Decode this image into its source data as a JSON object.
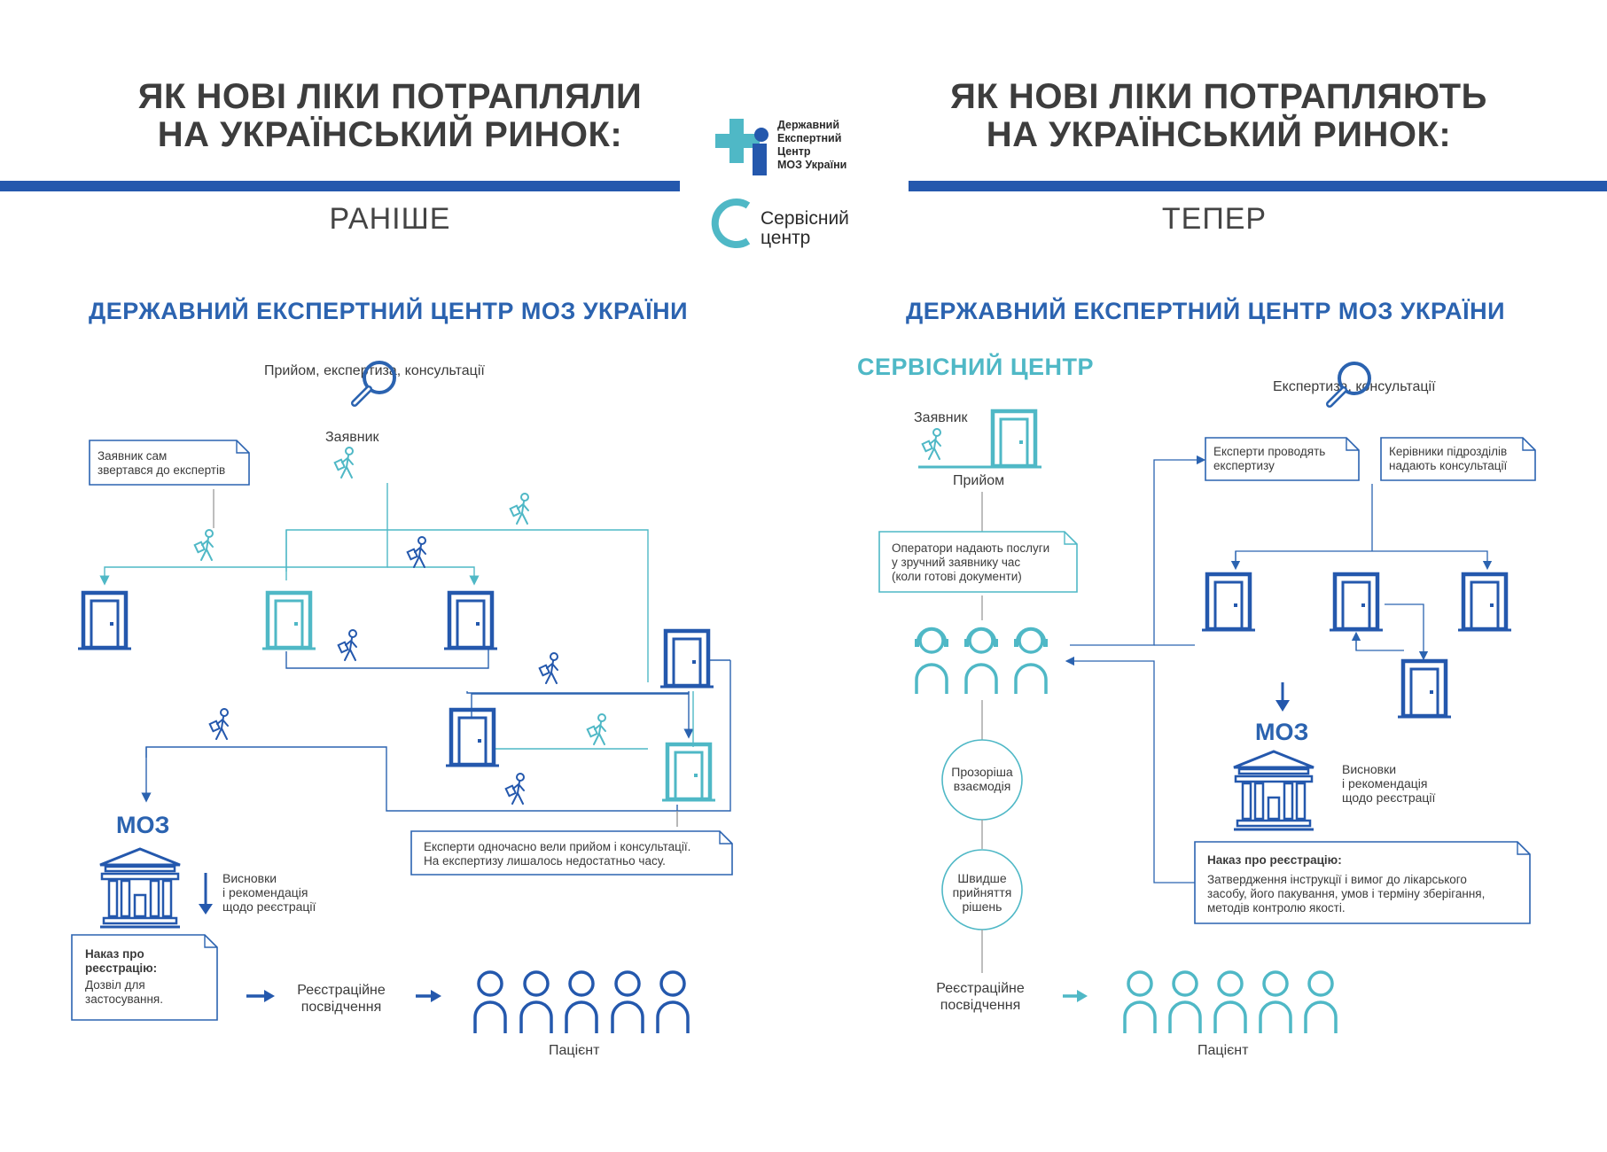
{
  "left": {
    "title_line1": "ЯК НОВІ ЛІКИ ПОТРАПЛЯЛИ",
    "title_line2": "НА УКРАЇНСЬКИЙ РИНОК:",
    "period": "РАНІШЕ",
    "center_title": "ДЕРЖАВНИЙ ЕКСПЕРТНИЙ ЦЕНТР МОЗ УКРАЇНИ",
    "intake_label": "Прийом, експертиза, консультації",
    "applicant_label": "Заявник",
    "applicant_note_line1": "Заявник сам",
    "applicant_note_line2": "звертався до експертів",
    "experts_note_line1": "Експерти одночасно вели прийом і консультації.",
    "experts_note_line2": "На експертизу лишалось недостатньо часу.",
    "moz": "МОЗ",
    "conclusions_line1": "Висновки",
    "conclusions_line2": "і рекомендація",
    "conclusions_line3": "щодо реєстрації",
    "order_title_line1": "Наказ про",
    "order_title_line2": "реєстрацію:",
    "order_text_line1": "Дозвіл для",
    "order_text_line2": "застосування.",
    "certificate_line1": "Реєстраційне",
    "certificate_line2": "посвідчення",
    "patient": "Пацієнт"
  },
  "logo": {
    "dec_line1": "Державний",
    "dec_line2": "Експертний",
    "dec_line3": "Центр",
    "dec_line4": "МОЗ України",
    "service_line1": "Сервісний",
    "service_line2": "центр"
  },
  "right": {
    "title_line1": "ЯК НОВІ ЛІКИ ПОТРАПЛЯЮТЬ",
    "title_line2": "НА УКРАЇНСЬКИЙ РИНОК:",
    "period": "ТЕПЕР",
    "center_title": "ДЕРЖАВНИЙ ЕКСПЕРТНИЙ ЦЕНТР МОЗ УКРАЇНИ",
    "service_center": "СЕРВІСНИЙ ЦЕНТР",
    "applicant_label": "Заявник",
    "reception_label": "Прийом",
    "operators_note_line1": "Оператори надають послуги",
    "operators_note_line2": "у зручний заявнику час",
    "operators_note_line3": "(коли готові документи)",
    "transparent_line1": "Прозоріша",
    "transparent_line2": "взаємодія",
    "faster_line1": "Швидше",
    "faster_line2": "прийняття",
    "faster_line3": "рішень",
    "expertise_label": "Експертиза, консультації",
    "experts_note_line1": "Експерти проводять",
    "experts_note_line2": "експертизу",
    "heads_note_line1": "Керівники підрозділів",
    "heads_note_line2": "надають консультації",
    "moz": "МОЗ",
    "conclusions_line1": "Висновки",
    "conclusions_line2": "і рекомендація",
    "conclusions_line3": "щодо реєстрації",
    "order_title": "Наказ про реєстрацію:",
    "order_text_line1": "Затвердження інструкції і вимог до лікарського",
    "order_text_line2": "засобу, його пакування, умов і терміну зберігання,",
    "order_text_line3": "методів контролю якості.",
    "certificate_line1": "Реєстраційне",
    "certificate_line2": "посвідчення",
    "patient": "Пацієнт"
  },
  "colors": {
    "dark_blue": "#2458ad",
    "mid_blue": "#2b63b0",
    "teal": "#4fb8c6",
    "text": "#3b3b3b"
  }
}
